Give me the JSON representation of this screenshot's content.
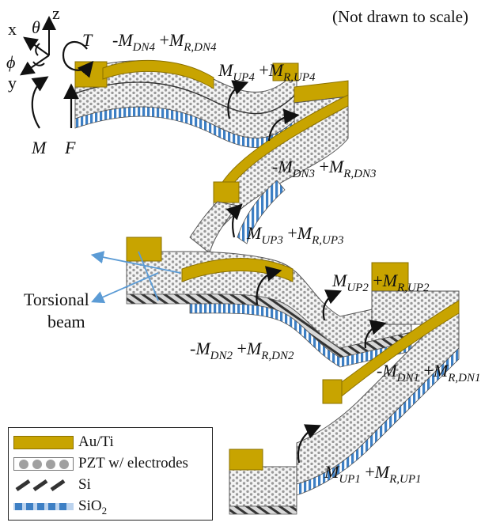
{
  "note": "(Not drawn to scale)",
  "axes": {
    "x": "x",
    "y": "y",
    "z": "z",
    "theta": "θ",
    "phi": "ϕ"
  },
  "loads": {
    "T": "T",
    "M": "M",
    "F": "F"
  },
  "moments": [
    {
      "id": "dn4",
      "pre": "-",
      "a": "M",
      "a_sub": "DN4",
      "op": "+",
      "b": "M",
      "b_sub": "R,DN4"
    },
    {
      "id": "up4",
      "pre": "",
      "a": "M",
      "a_sub": "UP4",
      "op": "+",
      "b": "M",
      "b_sub": "R,UP4"
    },
    {
      "id": "dn3",
      "pre": "-",
      "a": "M",
      "a_sub": "DN3",
      "op": "+",
      "b": "M",
      "b_sub": "R,DN3"
    },
    {
      "id": "up3",
      "pre": "",
      "a": "M",
      "a_sub": "UP3",
      "op": "+",
      "b": "M",
      "b_sub": "R,UP3"
    },
    {
      "id": "up2",
      "pre": "",
      "a": "M",
      "a_sub": "UP2",
      "op": "+",
      "b": "M",
      "b_sub": "R,UP2"
    },
    {
      "id": "dn2",
      "pre": "-",
      "a": "M",
      "a_sub": "DN2",
      "op": "+",
      "b": "M",
      "b_sub": "R,DN2"
    },
    {
      "id": "dn1",
      "pre": "-",
      "a": "M",
      "a_sub": "DN1",
      "op": "+",
      "b": "M",
      "b_sub": "R,DN1"
    },
    {
      "id": "up1",
      "pre": "",
      "a": "M",
      "a_sub": "UP1",
      "op": "+",
      "b": "M",
      "b_sub": "R,UP1"
    }
  ],
  "torsional": {
    "line1": "Torsional",
    "line2": "beam"
  },
  "legend": [
    {
      "key": "au",
      "label": "Au/Ti"
    },
    {
      "key": "pzt",
      "label": "PZT w/ electrodes"
    },
    {
      "key": "si",
      "label": "Si"
    },
    {
      "key": "sio",
      "label": "SiO",
      "sub": "2"
    }
  ],
  "colors": {
    "gold": "#c8a400",
    "gold_dark": "#8a7000",
    "sio2": "#3d7fc4",
    "torsion_arrow": "#5b9bd5",
    "pzt_dot": "#8a8a8a"
  }
}
